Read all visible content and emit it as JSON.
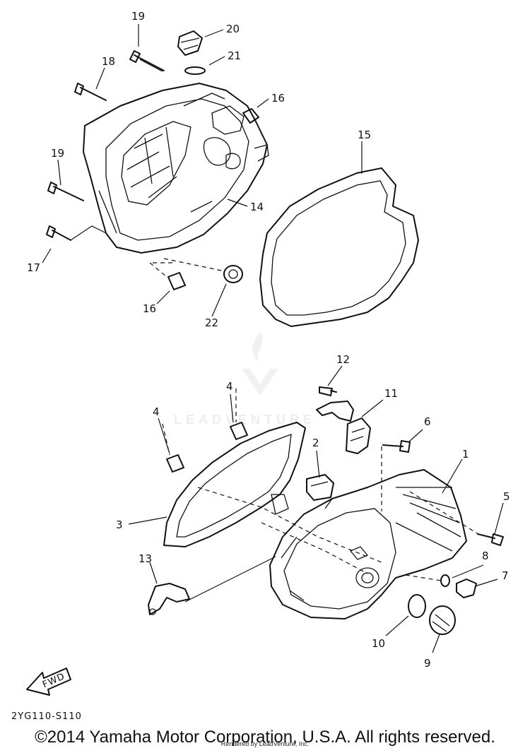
{
  "diagram": {
    "callouts": [
      "1",
      "2",
      "3",
      "4",
      "4",
      "5",
      "6",
      "7",
      "8",
      "9",
      "10",
      "11",
      "12",
      "13",
      "14",
      "15",
      "16",
      "16",
      "17",
      "18",
      "19",
      "19",
      "20",
      "21",
      "22"
    ],
    "fwd_label": "FWD",
    "diagram_code": "2YG110-S110",
    "watermark": "LEADVENTURE"
  },
  "footer": {
    "copyright": "©2014 Yamaha Motor Corporation, U.S.A. All rights reserved.",
    "credit": "Rendered by LeadVenture, Inc."
  }
}
